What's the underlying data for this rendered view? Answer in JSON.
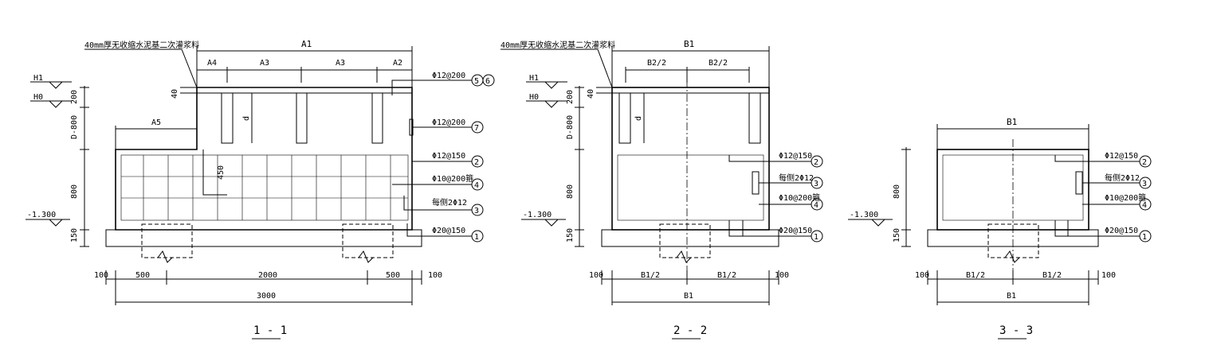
{
  "grout_note": "40mm厚无收缩水泥基二次灌浆料",
  "levels": {
    "h1": "H1",
    "h0": "H0",
    "bottom": "-1.300"
  },
  "section_1": {
    "title": "1 - 1",
    "top_dims": {
      "total": "A1",
      "a4": "A4",
      "a3": "A3",
      "a2": "A2",
      "a5": "A5"
    },
    "left_dims": {
      "d200": "200",
      "d800var": "D-800",
      "d800": "800",
      "d150": "150"
    },
    "dim_40": "40",
    "dim_d": "d",
    "dim_450": "450",
    "bottom_dims": {
      "left100": "100",
      "left500": "500",
      "mid2000": "2000",
      "right500": "500",
      "right100": "100",
      "total3000": "3000"
    },
    "rebar": [
      {
        "label": "Φ12@200",
        "mark": "⑤⑥"
      },
      {
        "label": "Φ12@200",
        "mark": "7"
      },
      {
        "label": "Φ12@150",
        "mark": "2"
      },
      {
        "label": "Φ10@200箍",
        "mark": "4"
      },
      {
        "label": "每侧2Φ12",
        "mark": "3"
      },
      {
        "label": "Φ20@150",
        "mark": "1"
      }
    ]
  },
  "section_2": {
    "title": "2 - 2",
    "top_dims": {
      "total": "B1",
      "half_left": "B2/2",
      "half_right": "B2/2"
    },
    "left_dims": {
      "d200": "200",
      "d800var": "D-800",
      "d800": "800",
      "d150": "150"
    },
    "dim_40": "40",
    "dim_d": "d",
    "bottom_dims": {
      "left100": "100",
      "half_left": "B1/2",
      "half_right": "B1/2",
      "right100": "100",
      "total": "B1"
    },
    "rebar": [
      {
        "label": "Φ12@150",
        "mark": "2"
      },
      {
        "label": "每侧2Φ12",
        "mark": "3"
      },
      {
        "label": "Φ10@200箍",
        "mark": "4"
      },
      {
        "label": "Φ20@150",
        "mark": "1"
      }
    ]
  },
  "section_3": {
    "title": "3 - 3",
    "top_dims": {
      "total": "B1"
    },
    "left_dims": {
      "d800": "800",
      "d150": "150"
    },
    "bottom_dims": {
      "left100": "100",
      "half_left": "B1/2",
      "half_right": "B1/2",
      "right100": "100",
      "total": "B1"
    },
    "rebar": [
      {
        "label": "Φ12@150",
        "mark": "2"
      },
      {
        "label": "每侧2Φ12",
        "mark": "3"
      },
      {
        "label": "Φ10@200箍",
        "mark": "4"
      },
      {
        "label": "Φ20@150",
        "mark": "1"
      }
    ]
  }
}
